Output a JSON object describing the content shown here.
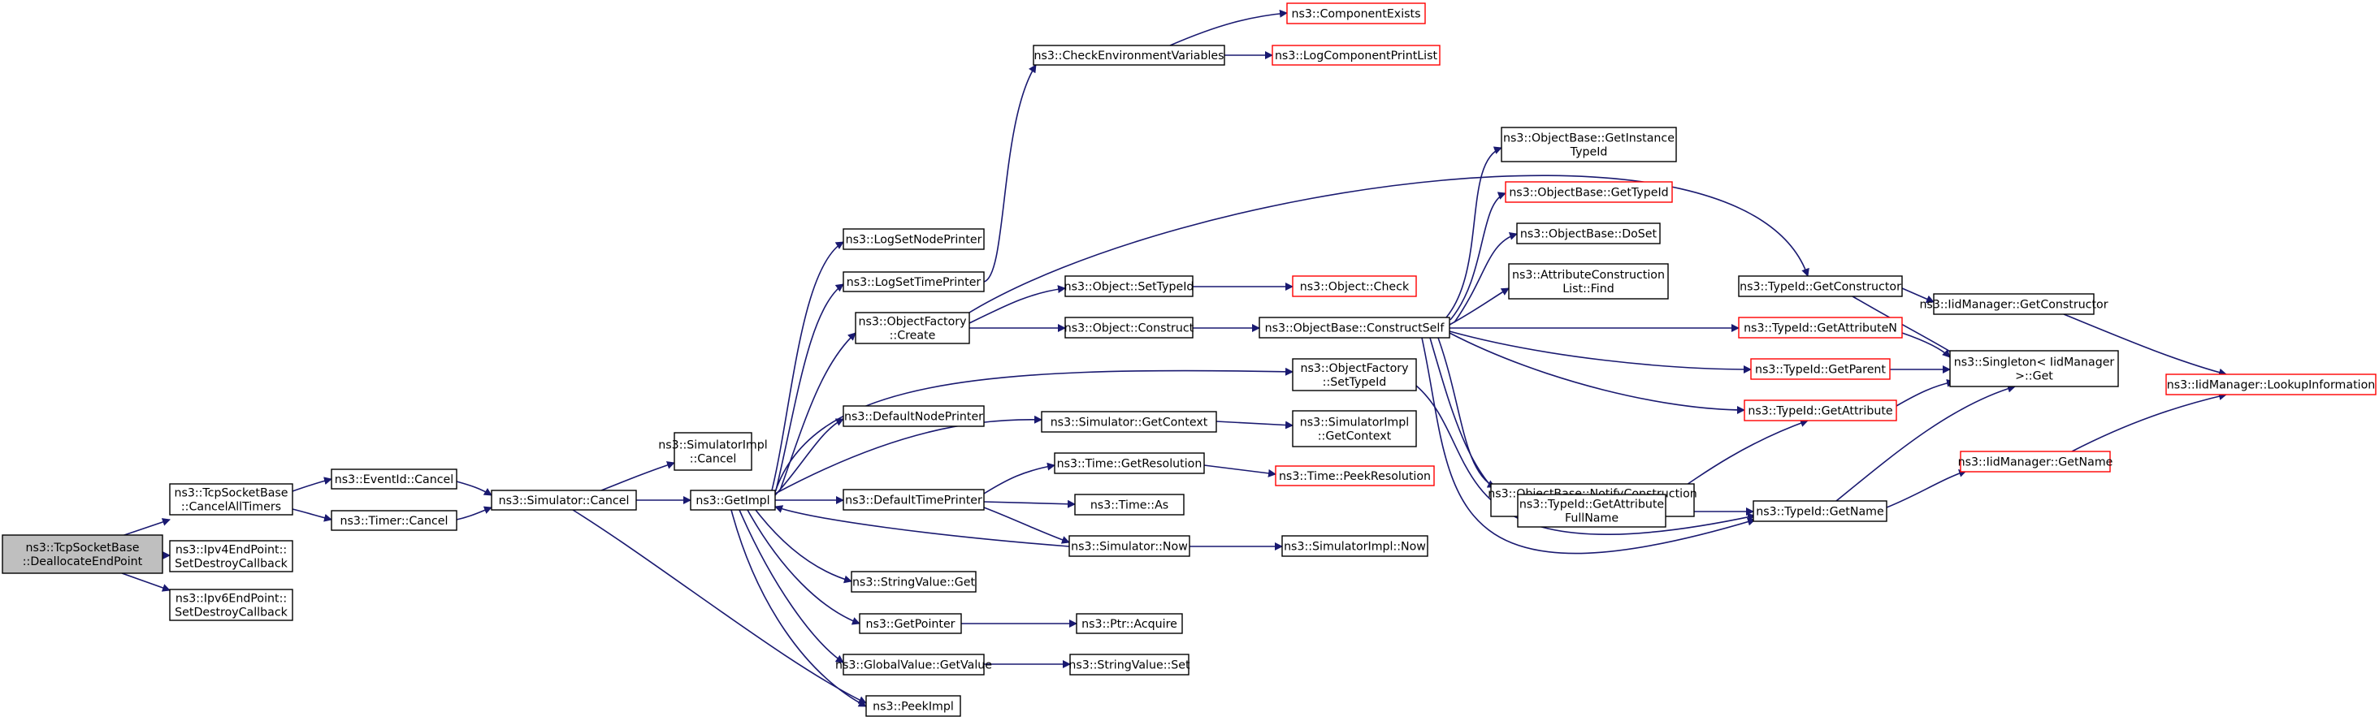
{
  "colors": {
    "edge": "#191970",
    "border": "#000000",
    "border_red": "#ff0000",
    "root_fill": "#bfbfbf",
    "node_fill": "#ffffff"
  },
  "nodes": [
    {
      "id": "root",
      "lines": [
        "ns3::TcpSocketBase",
        "::DeallocateEndPoint"
      ],
      "variant": "root"
    },
    {
      "id": "cancelAllTimers",
      "lines": [
        "ns3::TcpSocketBase",
        "::CancelAllTimers"
      ],
      "variant": "normal"
    },
    {
      "id": "ipv4SetDestroy",
      "lines": [
        "ns3::Ipv4EndPoint::",
        "SetDestroyCallback"
      ],
      "variant": "normal"
    },
    {
      "id": "ipv6SetDestroy",
      "lines": [
        "ns3::Ipv6EndPoint::",
        "SetDestroyCallback"
      ],
      "variant": "normal"
    },
    {
      "id": "eventIdCancel",
      "lines": [
        "ns3::EventId::Cancel"
      ],
      "variant": "normal"
    },
    {
      "id": "timerCancel",
      "lines": [
        "ns3::Timer::Cancel"
      ],
      "variant": "normal"
    },
    {
      "id": "simulatorCancel",
      "lines": [
        "ns3::Simulator::Cancel"
      ],
      "variant": "normal"
    },
    {
      "id": "simImplCancel",
      "lines": [
        "ns3::SimulatorImpl",
        "::Cancel"
      ],
      "variant": "normal"
    },
    {
      "id": "getImpl",
      "lines": [
        "ns3::GetImpl"
      ],
      "variant": "normal"
    },
    {
      "id": "peekImpl",
      "lines": [
        "ns3::PeekImpl"
      ],
      "variant": "normal"
    },
    {
      "id": "logSetNodePrinter",
      "lines": [
        "ns3::LogSetNodePrinter"
      ],
      "variant": "normal"
    },
    {
      "id": "logSetTimePrinter",
      "lines": [
        "ns3::LogSetTimePrinter"
      ],
      "variant": "normal"
    },
    {
      "id": "objectFactoryCreate",
      "lines": [
        "ns3::ObjectFactory",
        "::Create"
      ],
      "variant": "normal"
    },
    {
      "id": "defaultNodePrinter",
      "lines": [
        "ns3::DefaultNodePrinter"
      ],
      "variant": "normal"
    },
    {
      "id": "defaultTimePrinter",
      "lines": [
        "ns3::DefaultTimePrinter"
      ],
      "variant": "normal"
    },
    {
      "id": "stringValueGet",
      "lines": [
        "ns3::StringValue::Get"
      ],
      "variant": "normal"
    },
    {
      "id": "getPointer",
      "lines": [
        "ns3::GetPointer"
      ],
      "variant": "normal"
    },
    {
      "id": "globalValueGetValue",
      "lines": [
        "ns3::GlobalValue::GetValue"
      ],
      "variant": "normal"
    },
    {
      "id": "checkEnvVars",
      "lines": [
        "ns3::CheckEnvironmentVariables"
      ],
      "variant": "normal"
    },
    {
      "id": "componentExists",
      "lines": [
        "ns3::ComponentExists"
      ],
      "variant": "red"
    },
    {
      "id": "logComponentPrintList",
      "lines": [
        "ns3::LogComponentPrintList"
      ],
      "variant": "red"
    },
    {
      "id": "objectSetTypeId",
      "lines": [
        "ns3::Object::SetTypeId"
      ],
      "variant": "normal"
    },
    {
      "id": "objectConstruct",
      "lines": [
        "ns3::Object::Construct"
      ],
      "variant": "normal"
    },
    {
      "id": "objectCheck",
      "lines": [
        "ns3::Object::Check"
      ],
      "variant": "red"
    },
    {
      "id": "objectFactorySetTypeId",
      "lines": [
        "ns3::ObjectFactory",
        "::SetTypeId"
      ],
      "variant": "normal"
    },
    {
      "id": "simulatorGetContext",
      "lines": [
        "ns3::Simulator::GetContext"
      ],
      "variant": "normal"
    },
    {
      "id": "simImplGetContext",
      "lines": [
        "ns3::SimulatorImpl",
        "::GetContext"
      ],
      "variant": "normal"
    },
    {
      "id": "timeGetResolution",
      "lines": [
        "ns3::Time::GetResolution"
      ],
      "variant": "normal"
    },
    {
      "id": "timeAs",
      "lines": [
        "ns3::Time::As"
      ],
      "variant": "normal"
    },
    {
      "id": "simulatorNow",
      "lines": [
        "ns3::Simulator::Now"
      ],
      "variant": "normal"
    },
    {
      "id": "timePeekResolution",
      "lines": [
        "ns3::Time::PeekResolution"
      ],
      "variant": "red"
    },
    {
      "id": "simImplNow",
      "lines": [
        "ns3::SimulatorImpl::Now"
      ],
      "variant": "normal"
    },
    {
      "id": "ptrAcquire",
      "lines": [
        "ns3::Ptr::Acquire"
      ],
      "variant": "normal"
    },
    {
      "id": "stringValueSet",
      "lines": [
        "ns3::StringValue::Set"
      ],
      "variant": "normal"
    },
    {
      "id": "constructSelf",
      "lines": [
        "ns3::ObjectBase::ConstructSelf"
      ],
      "variant": "normal"
    },
    {
      "id": "getInstanceTypeId",
      "lines": [
        "ns3::ObjectBase::GetInstance",
        "TypeId"
      ],
      "variant": "normal"
    },
    {
      "id": "objectBaseGetTypeId",
      "lines": [
        "ns3::ObjectBase::GetTypeId"
      ],
      "variant": "red"
    },
    {
      "id": "objectBaseDoSet",
      "lines": [
        "ns3::ObjectBase::DoSet"
      ],
      "variant": "normal"
    },
    {
      "id": "attrConstructionFind",
      "lines": [
        "ns3::AttributeConstruction",
        "List::Find"
      ],
      "variant": "normal"
    },
    {
      "id": "notifyConstructionCompleted",
      "lines": [
        "ns3::ObjectBase::NotifyConstruction",
        "Completed"
      ],
      "variant": "normal"
    },
    {
      "id": "getAttributeFullName",
      "lines": [
        "ns3::TypeId::GetAttribute",
        "FullName"
      ],
      "variant": "normal"
    },
    {
      "id": "typeIdGetConstructor",
      "lines": [
        "ns3::TypeId::GetConstructor"
      ],
      "variant": "normal"
    },
    {
      "id": "typeIdGetAttributeN",
      "lines": [
        "ns3::TypeId::GetAttributeN"
      ],
      "variant": "red"
    },
    {
      "id": "typeIdGetParent",
      "lines": [
        "ns3::TypeId::GetParent"
      ],
      "variant": "red"
    },
    {
      "id": "typeIdGetAttribute",
      "lines": [
        "ns3::TypeId::GetAttribute"
      ],
      "variant": "red"
    },
    {
      "id": "typeIdGetName",
      "lines": [
        "ns3::TypeId::GetName"
      ],
      "variant": "normal"
    },
    {
      "id": "iidGetConstructor",
      "lines": [
        "ns3::IidManager::GetConstructor"
      ],
      "variant": "normal"
    },
    {
      "id": "singletonGet",
      "lines": [
        "ns3::Singleton< IidManager",
        " >::Get"
      ],
      "variant": "normal"
    },
    {
      "id": "iidGetName",
      "lines": [
        "ns3::IidManager::GetName"
      ],
      "variant": "red"
    },
    {
      "id": "iidLookupInformation",
      "lines": [
        "ns3::IidManager::LookupInformation"
      ],
      "variant": "red"
    }
  ]
}
